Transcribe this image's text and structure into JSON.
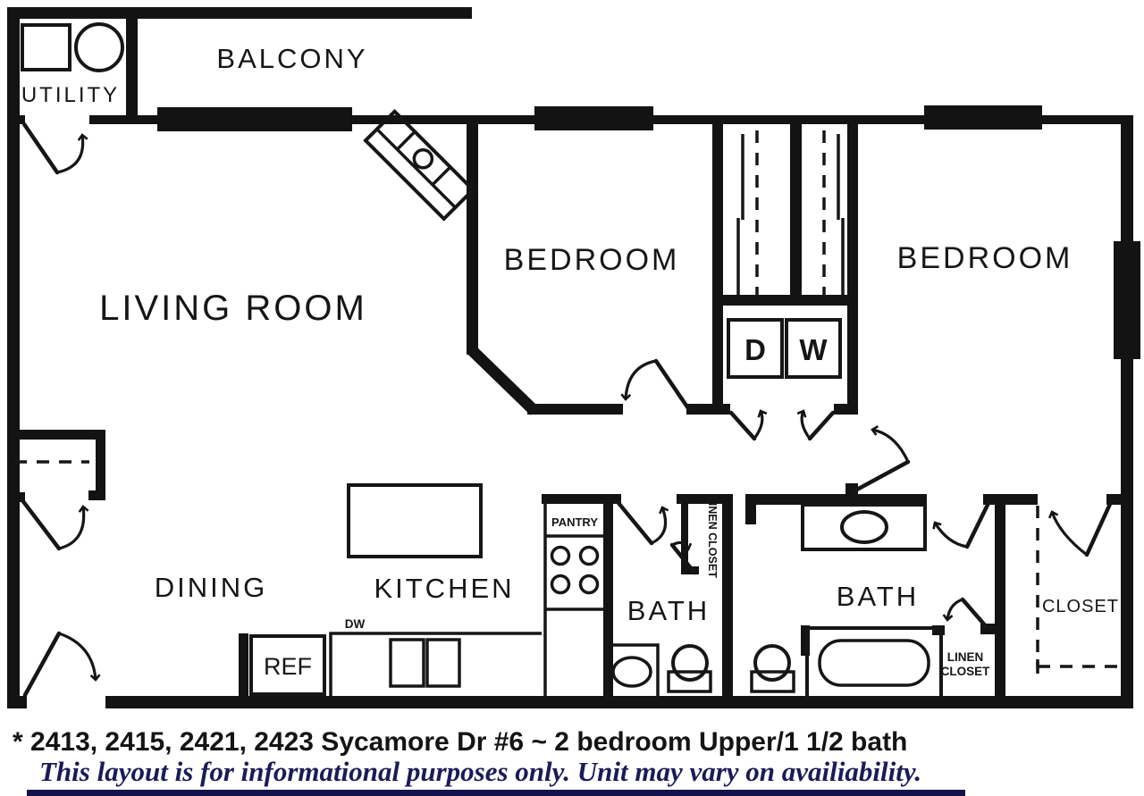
{
  "rooms": {
    "living": "LIVING ROOM",
    "bedroom1": "BEDROOM",
    "bedroom2": "BEDROOM",
    "dining": "DINING",
    "kitchen": "KITCHEN",
    "bath1": "BATH",
    "bath2": "BATH",
    "balcony": "BALCONY",
    "utility": "UTILITY",
    "walkin_closet": "CLOSET"
  },
  "labels": {
    "pantry": "PANTRY",
    "linen_closet_bath1": "LINEN CLOSET",
    "linen_bath2_line1": "LINEN",
    "linen_bath2_line2": "CLOSET",
    "dryer": "D",
    "washer": "W",
    "refrigerator": "REF",
    "dishwasher": "DW"
  },
  "footer": {
    "address_line": "* 2413, 2415, 2421, 2423 Sycamore Dr #6 ~ 2 bedroom Upper/1 1/2 bath",
    "disclaimer": "This layout is for informational purposes only.  Unit may vary on availiability."
  },
  "colors": {
    "wall": "#131313",
    "background": "#ffffff",
    "address_text": "#141414",
    "disclaimer_text": "#1b1b58"
  }
}
